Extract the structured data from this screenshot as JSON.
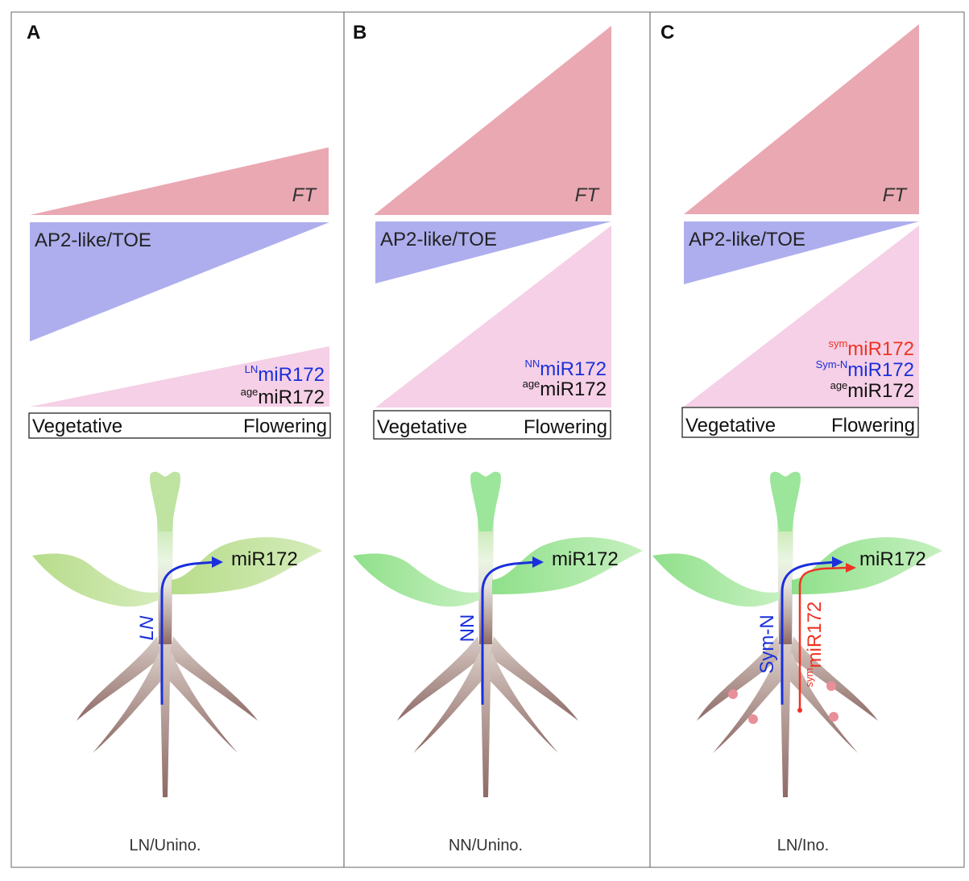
{
  "colors": {
    "ft": "#eaa8b2",
    "ap2": "#aeaeee",
    "mir": "#f5d0e6",
    "blue": "#1a2fdc",
    "red": "#ee3322",
    "nodule": "#e8909a",
    "text": "#111111"
  },
  "panels": [
    {
      "letter": "A",
      "ft": "FT",
      "ap2": "AP2-like/TOE",
      "mir_lines": [
        {
          "sup": "LN",
          "text": "miR172",
          "color": "#1a2fdc"
        },
        {
          "sup": "age",
          "text": "miR172",
          "color": "#111111"
        }
      ],
      "axis_left": "Vegetative",
      "axis_right": "Flowering",
      "plant_target": "miR172",
      "signals": [
        {
          "label": "LN",
          "italic": true,
          "color": "#1a2fdc"
        }
      ],
      "caption": "LN/Unino."
    },
    {
      "letter": "B",
      "ft": "FT",
      "ap2": "AP2-like/TOE",
      "mir_lines": [
        {
          "sup": "NN",
          "text": "miR172",
          "color": "#1a2fdc"
        },
        {
          "sup": "age",
          "text": "miR172",
          "color": "#111111"
        }
      ],
      "axis_left": "Vegetative",
      "axis_right": "Flowering",
      "plant_target": "miR172",
      "signals": [
        {
          "label": "NN",
          "italic": false,
          "color": "#1a2fdc"
        }
      ],
      "caption": "NN/Unino."
    },
    {
      "letter": "C",
      "ft": "FT",
      "ap2": "AP2-like/TOE",
      "mir_lines": [
        {
          "sup": "sym",
          "text": "miR172",
          "color": "#ee3322"
        },
        {
          "sup": "Sym-N",
          "text": "miR172",
          "color": "#1a2fdc"
        },
        {
          "sup": "age",
          "text": "miR172",
          "color": "#111111"
        }
      ],
      "axis_left": "Vegetative",
      "axis_right": "Flowering",
      "plant_target": "miR172",
      "signals": [
        {
          "label": "Sym-N",
          "italic": false,
          "color": "#1a2fdc"
        },
        {
          "label_sup": "sym",
          "label": "miR172",
          "italic": false,
          "color": "#ee3322"
        }
      ],
      "caption": "LN/Ino."
    }
  ]
}
